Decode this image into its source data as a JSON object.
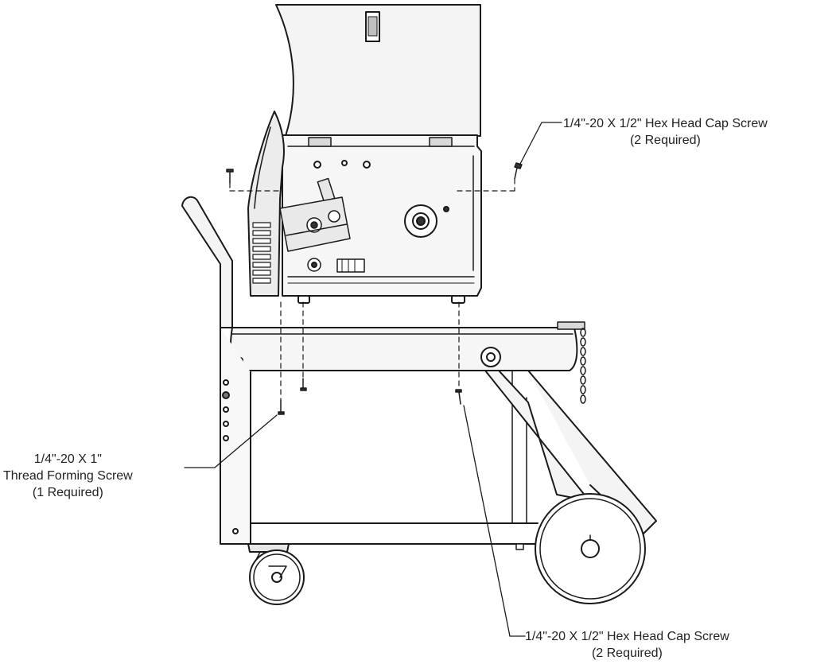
{
  "callouts": {
    "top_right": {
      "line1": "1/4\"-20 X 1/2\" Hex Head Cap Screw",
      "line2": "(2 Required)"
    },
    "left": {
      "line1": "1/4\"-20 X 1\"",
      "line2": "Thread Forming Screw",
      "line3": "(1 Required)"
    },
    "bottom": {
      "line1": "1/4\"-20 X 1/2\" Hex Head Cap Screw",
      "line2": "(2 Required)"
    }
  },
  "colors": {
    "line": "#1a1a1a",
    "panel": "#f0f0f0",
    "shade": "#d9d9d9",
    "dark": "#333333"
  }
}
